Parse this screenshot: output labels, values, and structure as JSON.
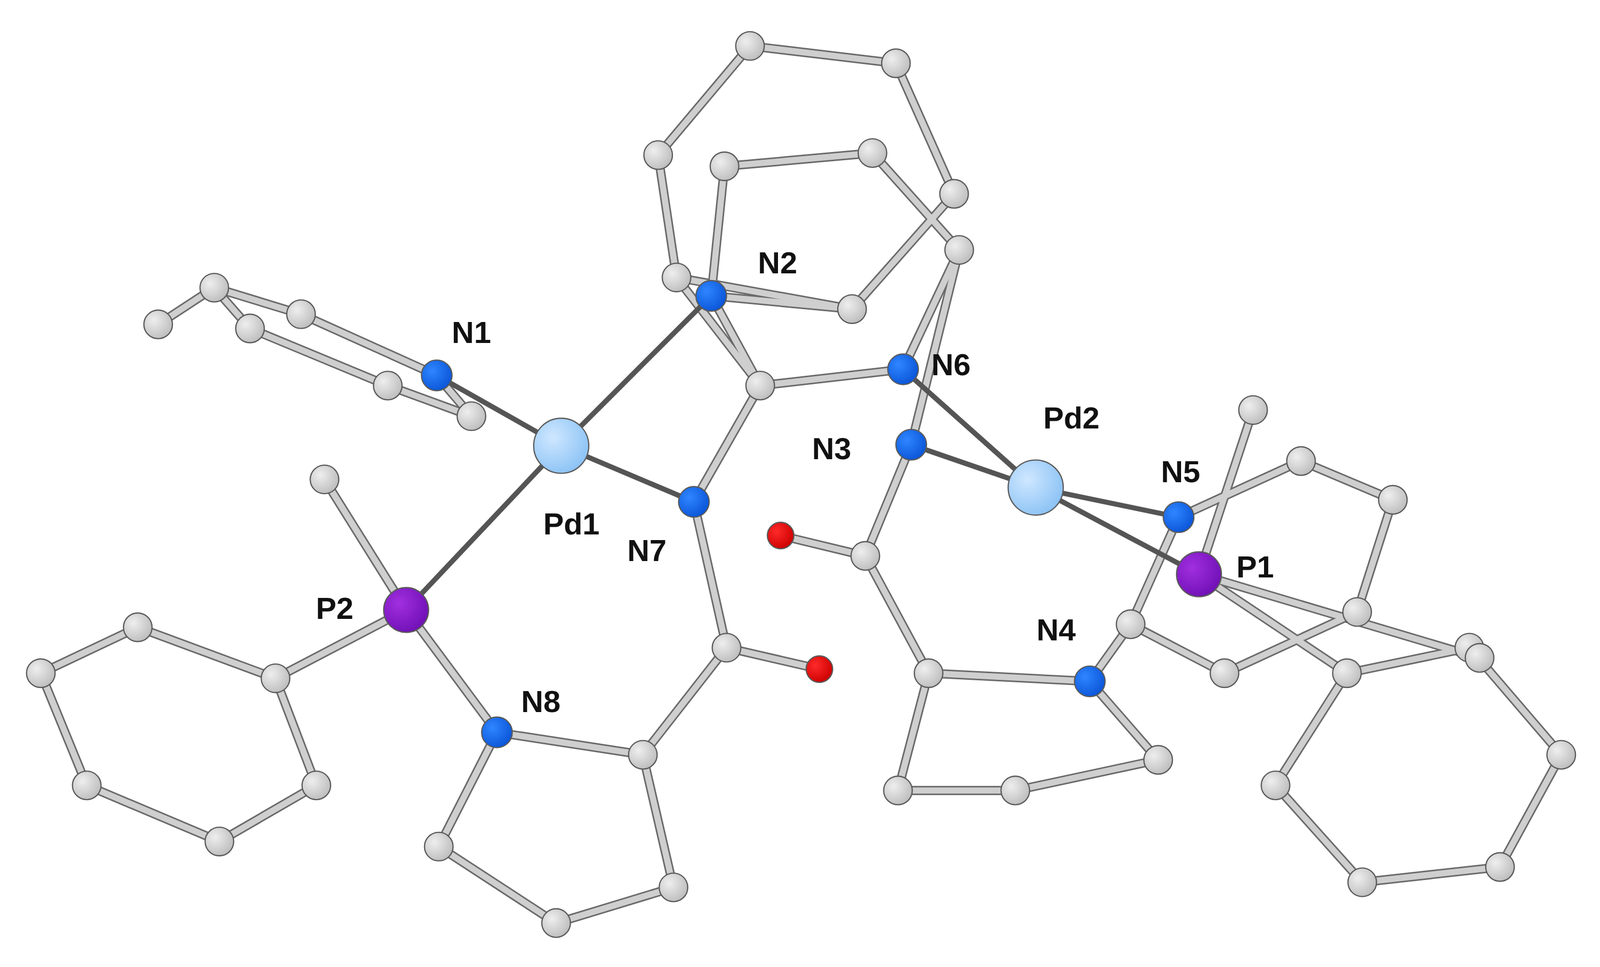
{
  "diagram": {
    "labels": [
      "N1",
      "N2",
      "N6",
      "Pd2",
      "N3",
      "N5",
      "Pd1",
      "N7",
      "P1",
      "P2",
      "N4",
      "N8"
    ]
  }
}
